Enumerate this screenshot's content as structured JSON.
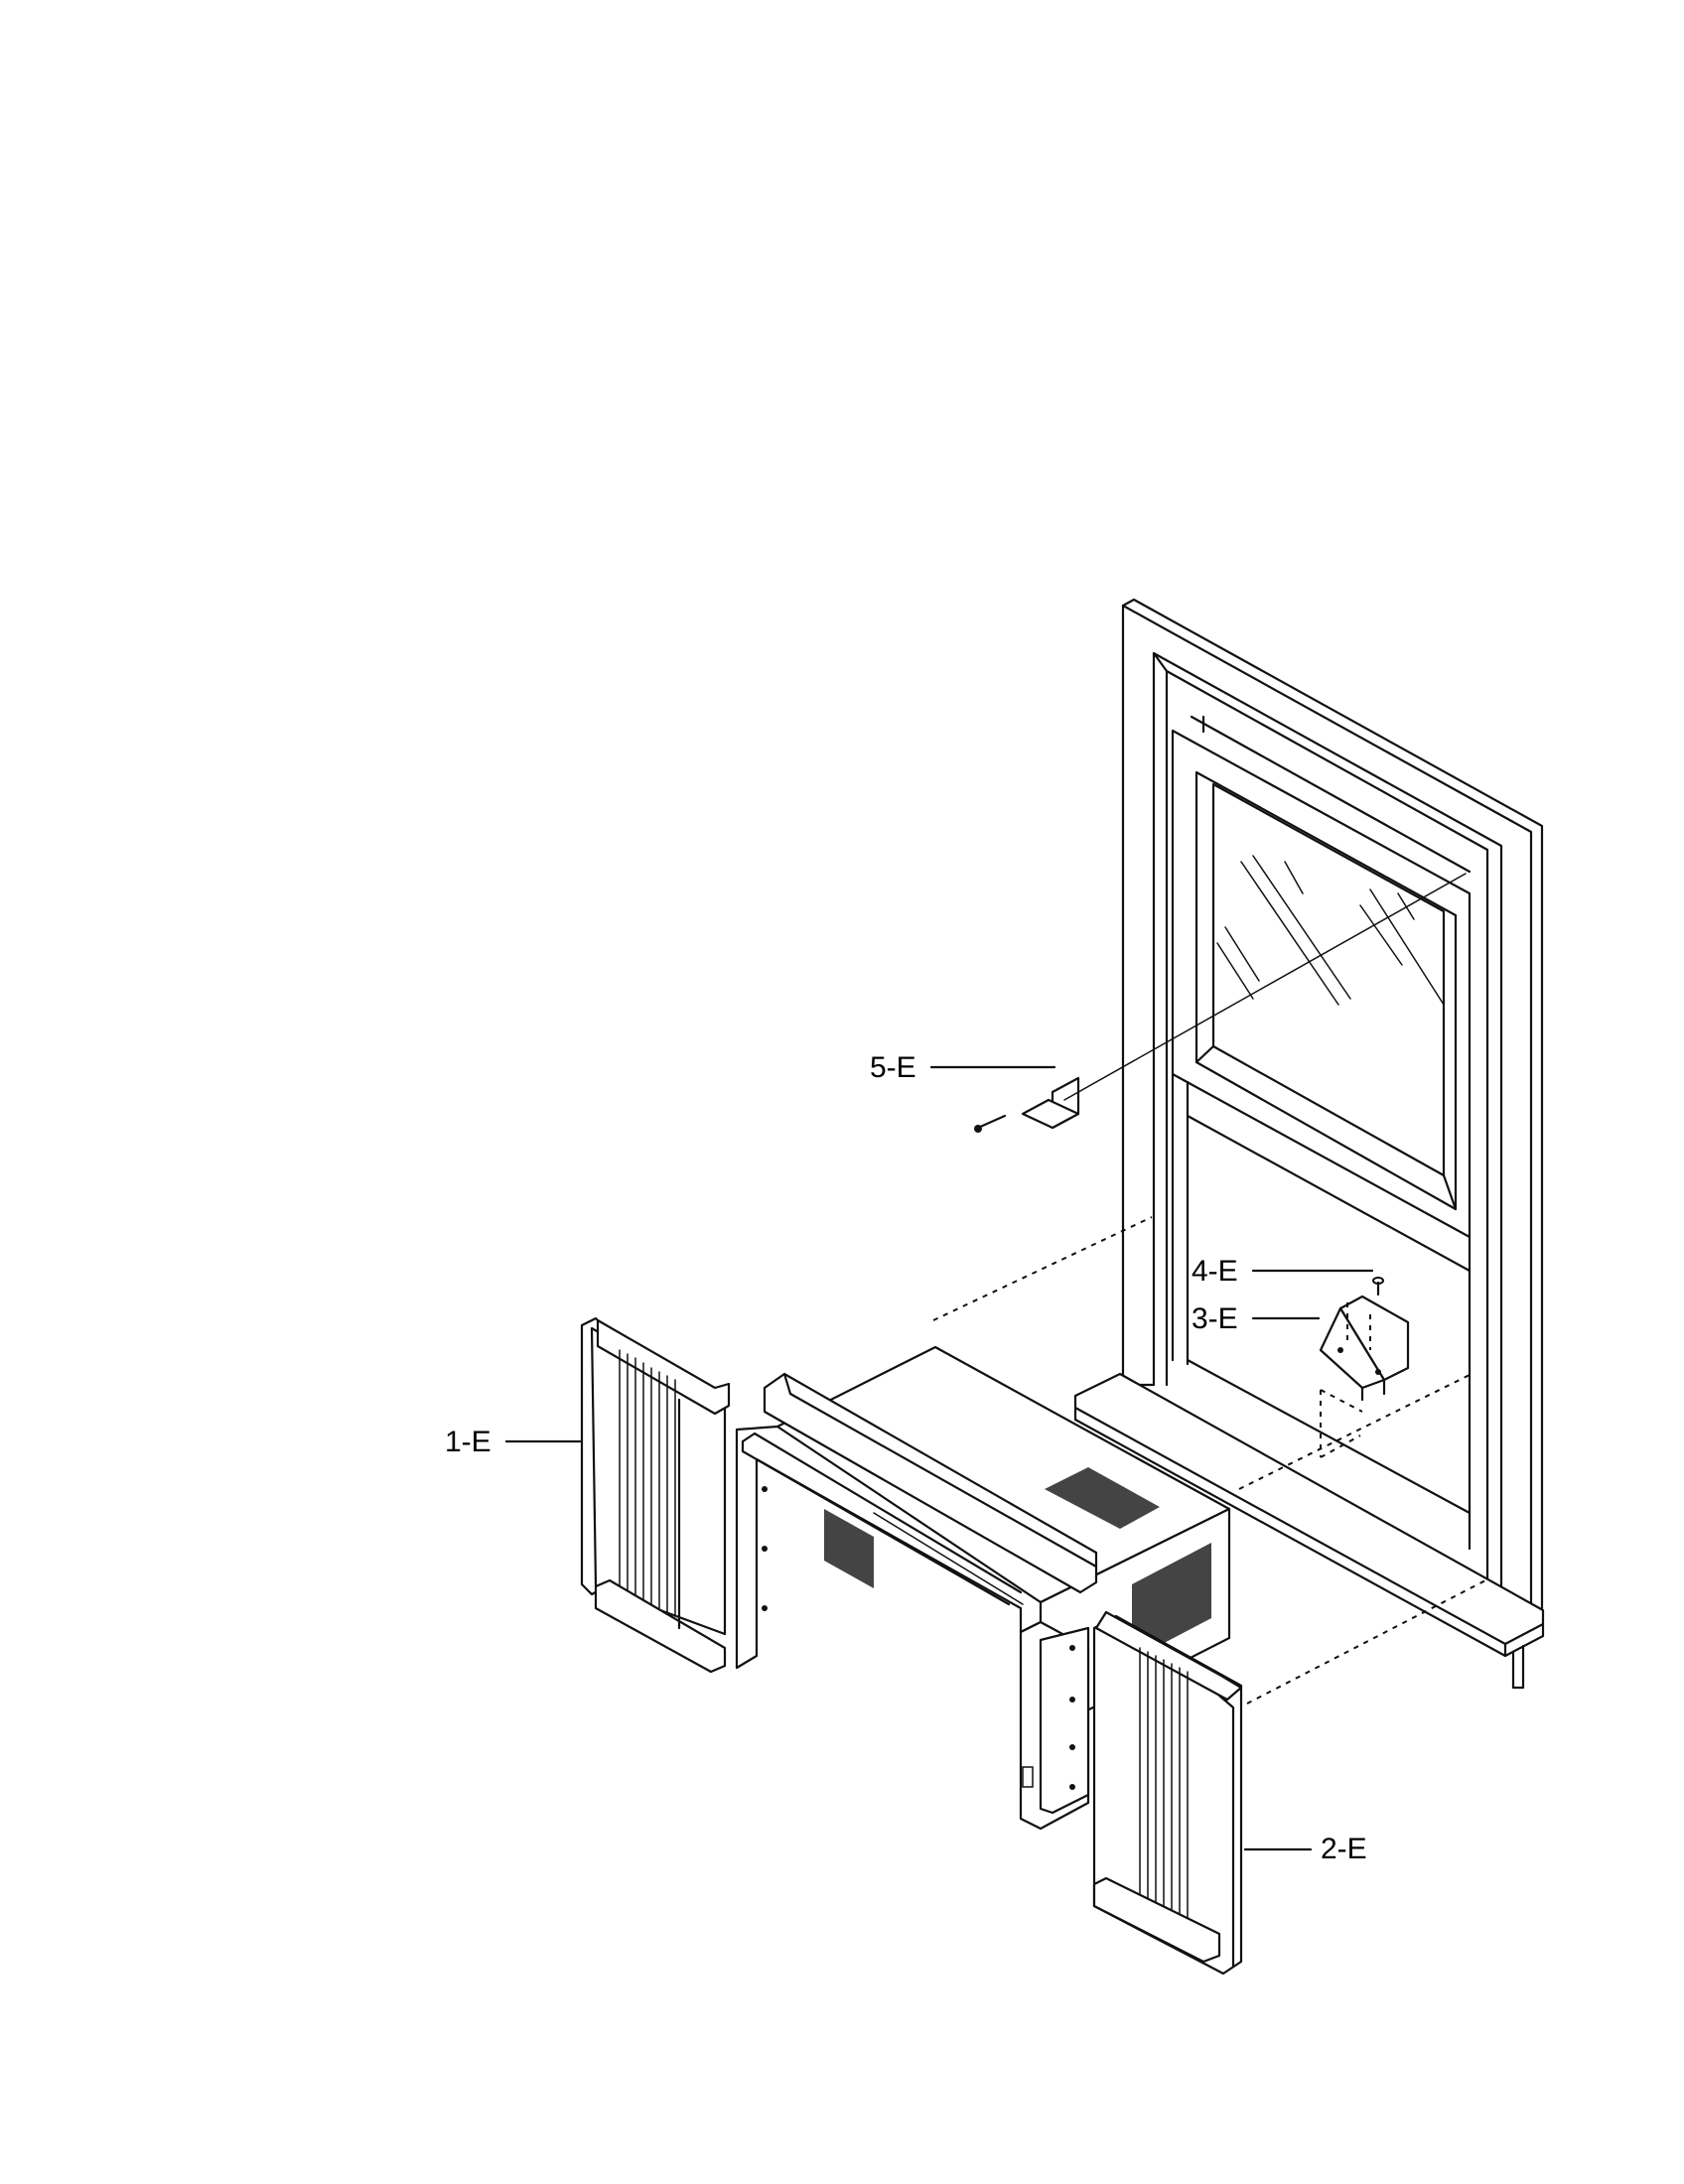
{
  "diagram": {
    "callouts": [
      {
        "id": "1-E",
        "label": "1-E"
      },
      {
        "id": "2-E",
        "label": "2-E"
      },
      {
        "id": "3-E",
        "label": "3-E"
      },
      {
        "id": "4-E",
        "label": "4-E"
      },
      {
        "id": "5-E",
        "label": "5-E"
      }
    ]
  }
}
